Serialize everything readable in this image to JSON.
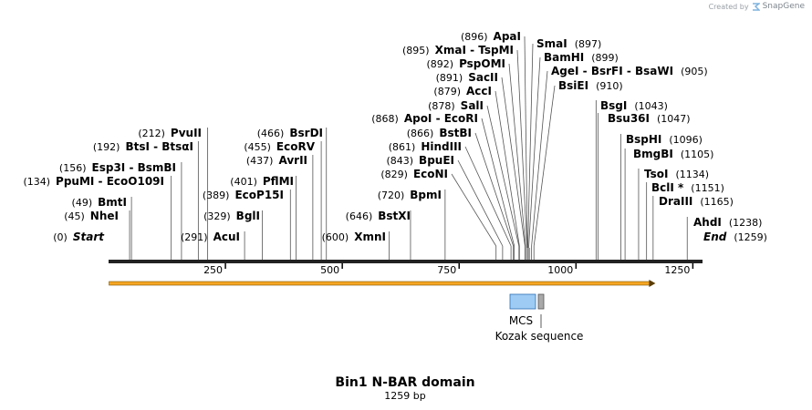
{
  "credit": {
    "prefix": "Created by",
    "brand": "SnapGene"
  },
  "map": {
    "title": "Bin1 N-BAR domain",
    "length_label": "1259 bp",
    "length": 1259,
    "start_label": "Start",
    "end_label": "End",
    "ticks": [
      250,
      500,
      750,
      1000,
      1250
    ],
    "backbone_color": "#222222",
    "orf_color": "#f5a623",
    "orf": {
      "start": 1,
      "end": 1170
    },
    "features": [
      {
        "name": "MCS",
        "start": 860,
        "end": 912,
        "color": "#9ecbf3",
        "stroke": "#2a6db5"
      },
      {
        "name": "Kozak sequence",
        "start": 919,
        "end": 930,
        "color": "#a9a9a9",
        "stroke": "#555555"
      }
    ],
    "sites": [
      {
        "pos": "(0)",
        "name": "Start",
        "cut": 0,
        "italic": true
      },
      {
        "pos": "(45)",
        "name": "NheI",
        "cut": 45
      },
      {
        "pos": "(49)",
        "name": "BmtI",
        "cut": 49
      },
      {
        "pos": "(134)",
        "name": "PpuMI - EcoO109I",
        "cut": 134
      },
      {
        "pos": "(156)",
        "name": "Esp3I - BsmBI",
        "cut": 156
      },
      {
        "pos": "(192)",
        "name": "BtsI - BtsαI",
        "cut": 192
      },
      {
        "pos": "(212)",
        "name": "PvuII",
        "cut": 212
      },
      {
        "pos": "(291)",
        "name": "AcuI",
        "cut": 291
      },
      {
        "pos": "(329)",
        "name": "BglI",
        "cut": 329
      },
      {
        "pos": "(389)",
        "name": "EcoP15I",
        "cut": 389
      },
      {
        "pos": "(401)",
        "name": "PflMI",
        "cut": 401
      },
      {
        "pos": "(437)",
        "name": "AvrII",
        "cut": 437
      },
      {
        "pos": "(455)",
        "name": "EcoRV",
        "cut": 455
      },
      {
        "pos": "(466)",
        "name": "BsrDI",
        "cut": 466
      },
      {
        "pos": "(600)",
        "name": "XmnI",
        "cut": 600
      },
      {
        "pos": "(646)",
        "name": "BstXI",
        "cut": 646
      },
      {
        "pos": "(720)",
        "name": "BpmI",
        "cut": 720
      },
      {
        "pos": "(829)",
        "name": "EcoNI",
        "cut": 829
      },
      {
        "pos": "(843)",
        "name": "BpuEI",
        "cut": 843
      },
      {
        "pos": "(861)",
        "name": "HindIII",
        "cut": 861
      },
      {
        "pos": "(866)",
        "name": "BstBI",
        "cut": 866
      },
      {
        "pos": "(868)",
        "name": "ApoI - EcoRI",
        "cut": 868
      },
      {
        "pos": "(878)",
        "name": "SalI",
        "cut": 878
      },
      {
        "pos": "(879)",
        "name": "AccI",
        "cut": 879
      },
      {
        "pos": "(891)",
        "name": "SacII",
        "cut": 891
      },
      {
        "pos": "(892)",
        "name": "PspOMI",
        "cut": 892
      },
      {
        "pos": "(895)",
        "name": "XmaI - TspMI",
        "cut": 895
      },
      {
        "pos": "(896)",
        "name": "ApaI",
        "cut": 896
      },
      {
        "pos": "(897)",
        "name": "SmaI",
        "cut": 897,
        "right": true
      },
      {
        "pos": "(899)",
        "name": "BamHI",
        "cut": 899,
        "right": true
      },
      {
        "pos": "(905)",
        "name": "AgeI - BsrFI - BsaWI",
        "cut": 905,
        "right": true
      },
      {
        "pos": "(910)",
        "name": "BsiEI",
        "cut": 910,
        "right": true
      },
      {
        "pos": "(1043)",
        "name": "BsgI",
        "cut": 1043,
        "right": true
      },
      {
        "pos": "(1047)",
        "name": "Bsu36I",
        "cut": 1047,
        "right": true
      },
      {
        "pos": "(1096)",
        "name": "BspHI",
        "cut": 1096,
        "right": true
      },
      {
        "pos": "(1105)",
        "name": "BmgBI",
        "cut": 1105,
        "right": true
      },
      {
        "pos": "(1134)",
        "name": "TsoI",
        "cut": 1134,
        "right": true
      },
      {
        "pos": "(1151)",
        "name": "BclI *",
        "cut": 1151,
        "right": true
      },
      {
        "pos": "(1165)",
        "name": "DraIII",
        "cut": 1165,
        "right": true
      },
      {
        "pos": "(1238)",
        "name": "AhdI",
        "cut": 1238,
        "right": true
      },
      {
        "pos": "(1259)",
        "name": "End",
        "cut": 1259,
        "right": true,
        "italic": true
      }
    ]
  }
}
